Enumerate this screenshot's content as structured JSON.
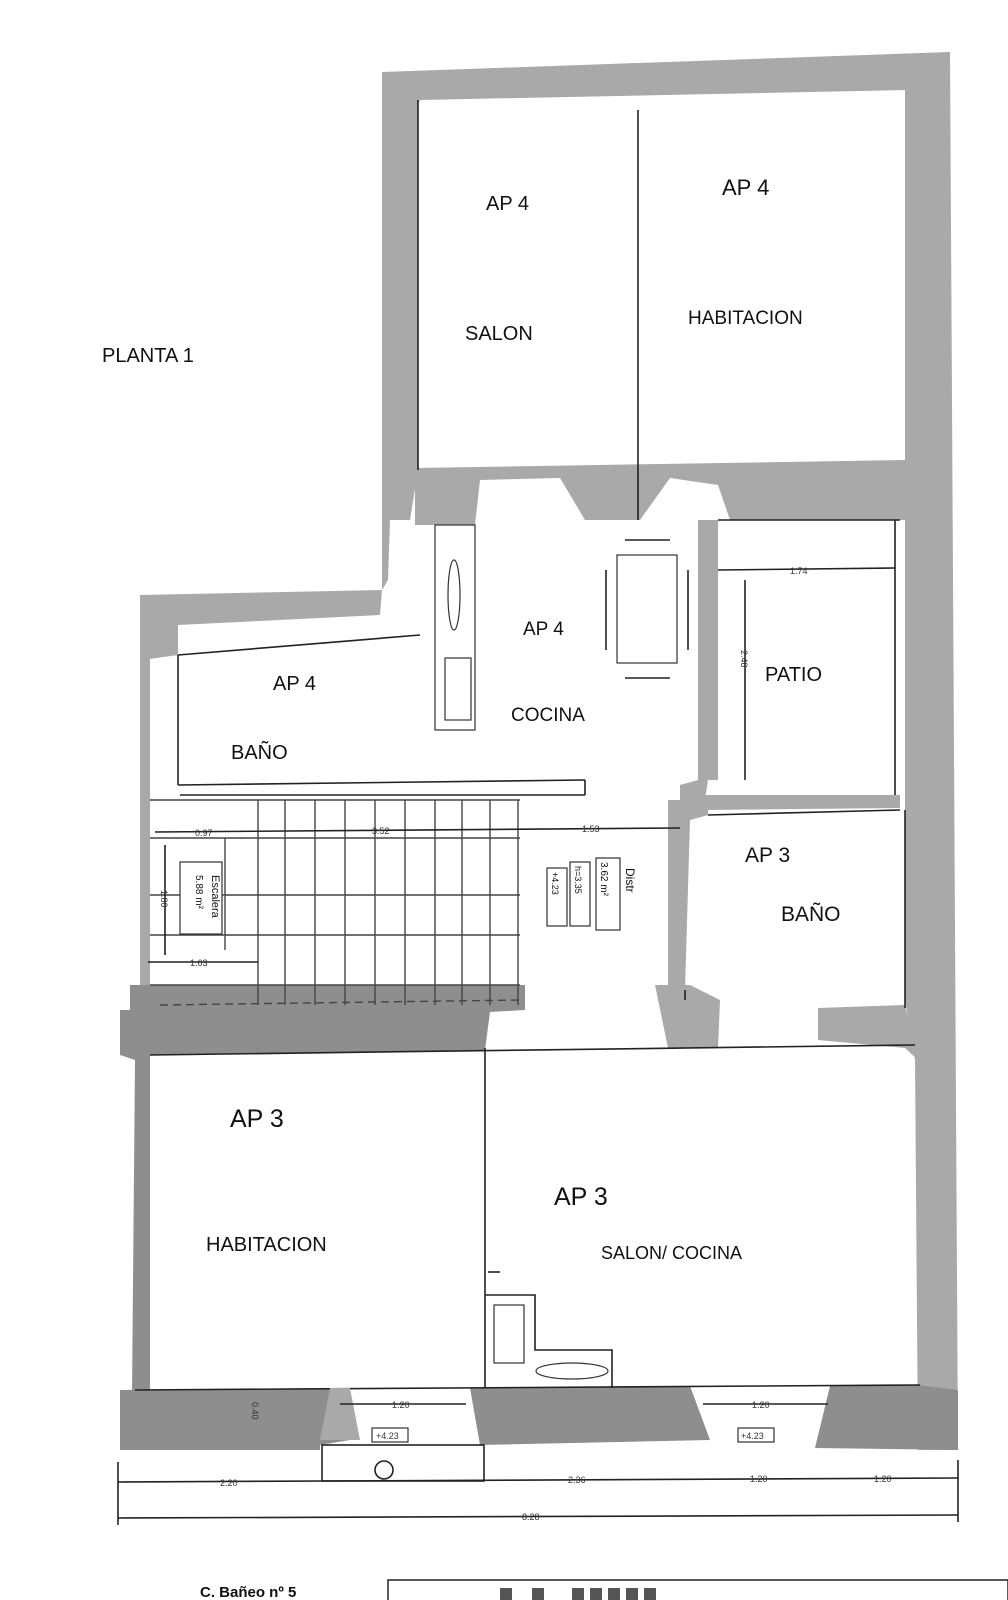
{
  "plan_title": "PLANTA 1",
  "rooms": {
    "ap4_salon": {
      "unit": "AP 4",
      "name": "SALON"
    },
    "ap4_habitacion": {
      "unit": "AP 4",
      "name": "HABITACION"
    },
    "ap4_cocina": {
      "unit": "AP 4",
      "name": "COCINA"
    },
    "ap4_bano": {
      "unit": "AP 4",
      "name": "BAÑO"
    },
    "patio": {
      "name": "PATIO"
    },
    "ap3_bano": {
      "unit": "AP 3",
      "name": "BAÑO"
    },
    "ap3_habitacion": {
      "unit": "AP 3",
      "name": "HABITACION"
    },
    "ap3_salon_cocina": {
      "unit": "AP 3",
      "name": "SALON/ COCINA"
    }
  },
  "dimensions": {
    "patio_width": "1.74",
    "patio_depth": "2.48",
    "stair_left": "0.97",
    "stair_middle": "3.52",
    "landing": "1.53",
    "stair_height": "1.80",
    "stair_bottom": "1.63",
    "window_left_width": "1.20",
    "window_right_width": "1.20",
    "window_left_level": "+4.23",
    "window_right_level": "+4.23",
    "front_wall": "0.40",
    "bottom_seg_1": "2.20",
    "bottom_seg_2": "2.36",
    "bottom_seg_3": "1.20",
    "bottom_seg_4": "1.20",
    "bottom_total": "8.28"
  },
  "labels": {
    "escalera": "Escalera",
    "escalera_area": "5.88 m²",
    "distr": "Distr",
    "distr_area": "3.62 m²",
    "level_1": "h=3.35",
    "level_2": "+4.23"
  },
  "street": "C. Bañeo nº 5"
}
